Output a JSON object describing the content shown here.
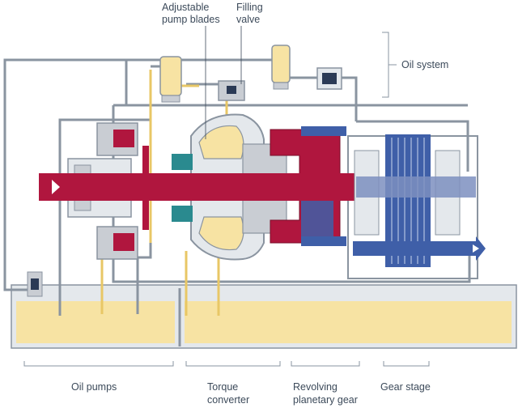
{
  "labels": {
    "adjustable_blades_line1": "Adjustable",
    "adjustable_blades_line2": "pump blades",
    "filling_valve_line1": "Filling",
    "filling_valve_line2": "valve",
    "oil_system": "Oil system",
    "oil_pumps": "Oil pumps",
    "torque_converter_line1": "Torque",
    "torque_converter_line2": "converter",
    "planetary_line1": "Revolving",
    "planetary_line2": "planetary gear",
    "gear_stage": "Gear stage"
  },
  "colors": {
    "shaft_red": "#b0163e",
    "oil_yellow": "#f7e3a3",
    "gear_blue": "#3f5fa8",
    "housing_grey": "#c9cdd3",
    "pipe_outline": "#8a94a0",
    "teal": "#2a8a8f",
    "text": "#3c4a5a"
  }
}
